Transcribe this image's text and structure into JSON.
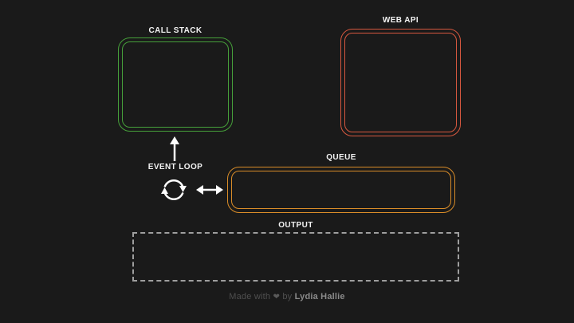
{
  "canvas": {
    "background": "#1a1a1a"
  },
  "diagram": {
    "call_stack": {
      "label": "CALL STACK",
      "border_color": "#46a03a"
    },
    "web_api": {
      "label": "WEB API",
      "border_color": "#d7583f"
    },
    "queue": {
      "label": "QUEUE",
      "border_color": "#d98c28"
    },
    "event_loop": {
      "label": "EVENT LOOP",
      "icon": "cycle-icon",
      "arrow_color": "#ffffff"
    },
    "output": {
      "label": "OUTPUT",
      "border_color": "#9e9e9e",
      "border_style": "dashed"
    }
  },
  "footer": {
    "made_with": "Made with",
    "heart": "❤",
    "by": "by",
    "author": "Lydia Hallie",
    "text_color": "#4f4f4f",
    "author_color": "#8a8a8a"
  }
}
